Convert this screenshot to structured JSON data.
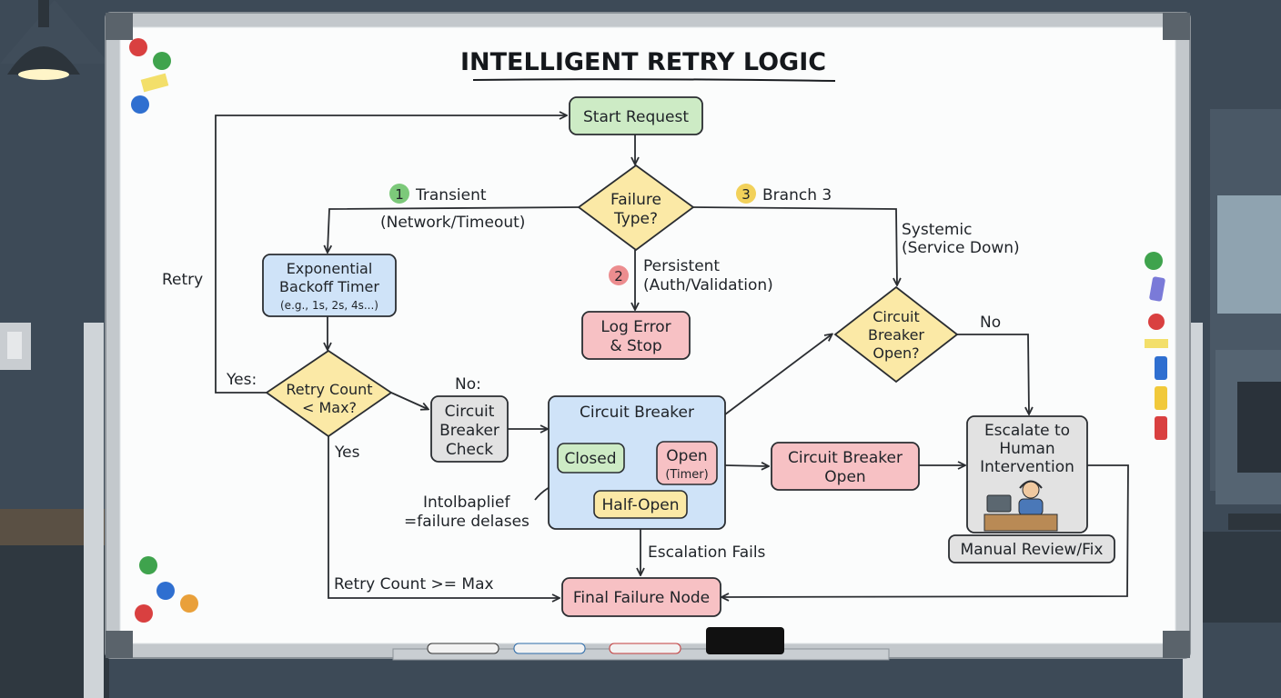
{
  "title": "INTELLIGENT RETRY LOGIC",
  "nodes": {
    "start": "Start Request",
    "failure_type": [
      "Failure",
      "Type?"
    ],
    "backoff": [
      "Exponential",
      "Backoff Timer",
      "(e.g., 1s, 2s, 4s...)"
    ],
    "log_error": [
      "Log Error",
      "& Stop"
    ],
    "retry_count": [
      "Retry Count",
      "< Max?"
    ],
    "cb_check": [
      "Circuit",
      "Breaker",
      "Check"
    ],
    "cb_panel_title": "Circuit Breaker",
    "closed": "Closed",
    "open_timer": [
      "Open",
      "(Timer)"
    ],
    "half_open": "Half-Open",
    "cb_open_q": [
      "Circuit",
      "Breaker",
      "Open?"
    ],
    "cb_open": [
      "Circuit Breaker",
      "Open"
    ],
    "escalate": [
      "Escalate to",
      "Human",
      "Intervention"
    ],
    "manual_review": "Manual Review/Fix",
    "final_failure": "Final Failure Node"
  },
  "labels": {
    "transient": "Transient",
    "transient_badge": "1",
    "network_timeout": "(Network/Timeout)",
    "branch3": "Branch 3",
    "branch3_badge": "3",
    "systemic": [
      "Systemic",
      "(Service Down)"
    ],
    "persistent_badge": "2",
    "persistent": [
      "Persistent",
      "(Auth/Validation)"
    ],
    "retry": "Retry",
    "yes_colon": "Yes:",
    "no_colon": "No:",
    "yes": "Yes",
    "no": "No",
    "retry_max": "Retry Count >= Max",
    "escalation_fails": "Escalation Fails",
    "note": [
      "Intolbaplief",
      "=failure delases"
    ]
  },
  "colors": {
    "green": "#cdebc5",
    "blue": "#cfe3f8",
    "yellow": "#fbe9a6",
    "red": "#f7c1c4",
    "gray": "#e2e2e2",
    "badge_green": "#7cc97a",
    "badge_red": "#ec8d8f",
    "badge_yellow": "#f2d15a"
  }
}
